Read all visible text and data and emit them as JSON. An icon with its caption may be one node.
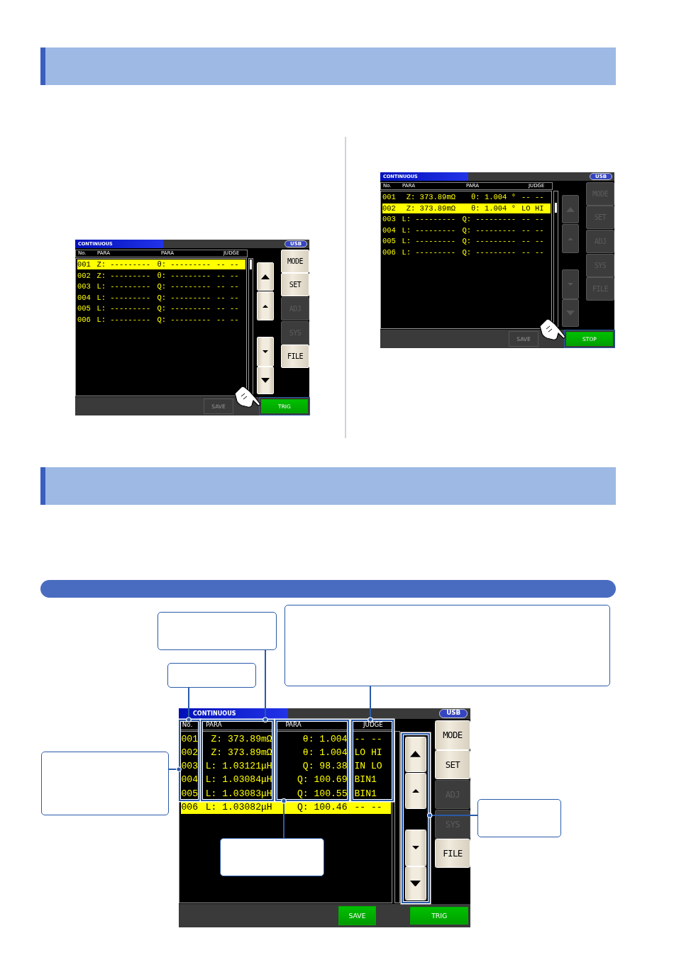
{
  "diagram": {
    "nodes": [
      {
        "text": [],
        "shape": "box"
      },
      {
        "text": [],
        "shape": "box"
      },
      {
        "text": [],
        "shape": "box"
      },
      {
        "text": [],
        "shape": "box"
      },
      {
        "text": [],
        "shape": "box"
      },
      {
        "text": [],
        "shape": "box"
      },
      {
        "text": [],
        "shape": "box"
      },
      {
        "text": [],
        "shape": "box"
      },
      {
        "text": [],
        "shape": "box"
      },
      {
        "text": [],
        "shape": "box"
      },
      {
        "text": [],
        "shape": "box"
      },
      {
        "text": [],
        "shape": "bar"
      }
    ],
    "edges": [
      {
        "from": 0,
        "to": 7,
        "arrow": "other"
      },
      {
        "from": 1,
        "to": 9,
        "arrow": "other"
      },
      {
        "from": 2,
        "to": 6,
        "arrow": "other"
      },
      {
        "from": 3,
        "to": 6,
        "arrow": "other"
      },
      {
        "from": 4,
        "to": 10,
        "arrow": "other"
      },
      {
        "from": 5,
        "to": 8,
        "arrow": "other"
      }
    ],
    "labels": [
      "CONTINUOUS",
      "USB",
      "No.",
      "PARA",
      "PARA",
      "JUDGE",
      "001",
      "Z: ---------",
      "θ: ---------",
      "-- --",
      "002",
      "Z: ---------",
      "θ: ---------",
      "-- --",
      "003",
      "L: ---------",
      "Q: ---------",
      "-- --",
      "004",
      "L: ---------",
      "Q: ---------",
      "-- --",
      "005",
      "L: ---------",
      "Q: ---------",
      "-- --",
      "006",
      "L: ---------",
      "Q: ---------",
      "-- --",
      "MODE",
      "SET",
      "ADJ",
      "SYS",
      "FILE",
      "SAVE",
      "TRIG",
      "CONTINUOUS",
      "USB",
      "No.",
      "PARA",
      "PARA",
      "JUDGE",
      "001",
      "Z: 373.89mΩ",
      "θ: 1.004 °",
      "-- --",
      "002",
      "Z: 373.89mΩ",
      "θ: 1.004 °",
      "LO HI",
      "003",
      "L: ---------",
      "Q: ---------",
      "-- --",
      "004",
      "L: ---------",
      "Q: ---------",
      "-- --",
      "005",
      "L: ---------",
      "Q: ---------",
      "-- --",
      "006",
      "L: ---------",
      "Q: ---------",
      "-- --",
      "MODE",
      "SET",
      "ADJ",
      "SYS",
      "FILE",
      "SAVE",
      "STOP",
      "CONTINUOUS",
      "USB",
      "No.",
      "PARA",
      "PARA",
      "JUDGE",
      "001",
      "Z: 373.89mΩ",
      "θ: 1.004",
      "-- --",
      "002",
      "Z: 373.89mΩ",
      "θ: 1.004",
      "LO HI",
      "003",
      "L: 1.03121μH",
      "Q: 98.38",
      "IN LO",
      "004",
      "L: 1.03084μH",
      "Q: 100.69",
      "BIN1",
      "005",
      "L: 1.03083μH",
      "Q: 100.55",
      "BIN1",
      "006",
      "L: 1.03082μH",
      "Q: 100.46",
      "-- --",
      "MODE",
      "SET",
      "ADJ",
      "SYS",
      "FILE",
      "SAVE",
      "TRIG"
    ]
  }
}
